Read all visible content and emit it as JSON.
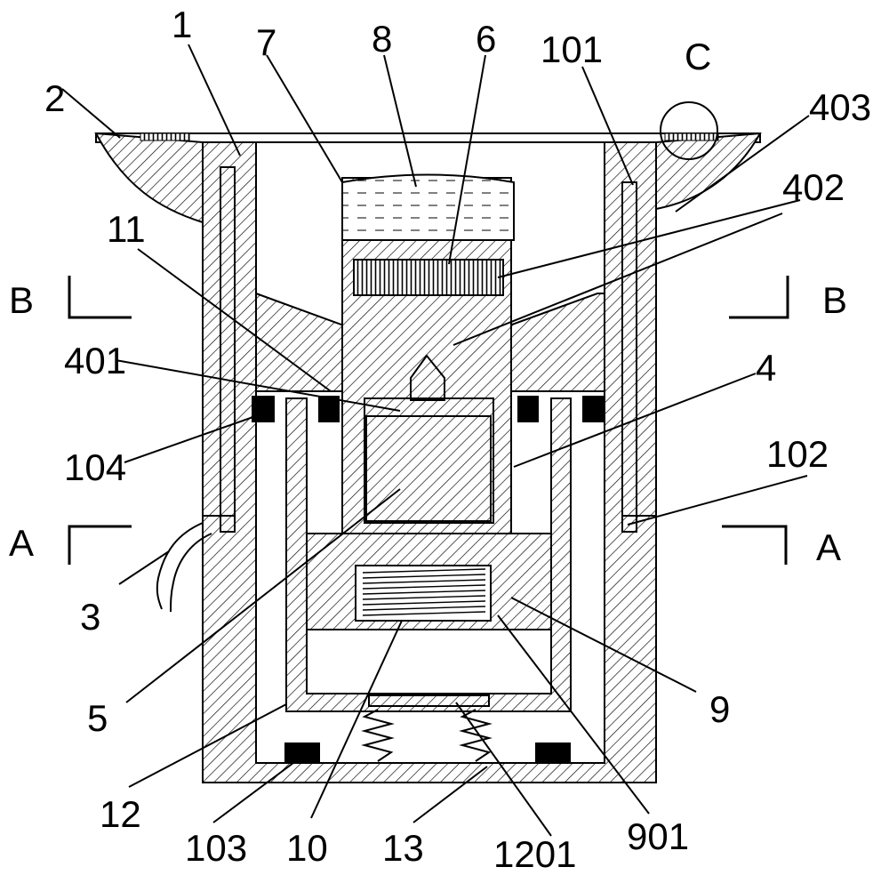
{
  "labels": {
    "l1": "1",
    "l2": "2",
    "l3": "3",
    "l4": "4",
    "l5": "5",
    "l6": "6",
    "l7": "7",
    "l8": "8",
    "l9": "9",
    "l10": "10",
    "l11": "11",
    "l12": "12",
    "l13": "13",
    "l101": "101",
    "l102": "102",
    "l103": "103",
    "l104": "104",
    "l401": "401",
    "l402": "402",
    "l403": "403",
    "l901": "901",
    "l1201": "1201",
    "sectionA_left": "A",
    "sectionA_right": "A",
    "sectionB_left": "B",
    "sectionB_right": "B",
    "detailC": "C"
  }
}
